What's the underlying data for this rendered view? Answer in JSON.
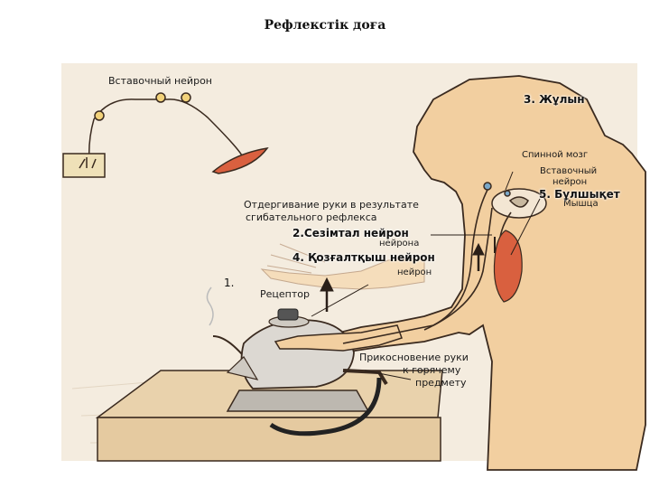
{
  "title": "Рефлекстік доға",
  "labels": {
    "label_1": "1.",
    "label_2": "2.Сезімтал нейрон",
    "label_3": "3. Жұлын",
    "label_4": "4. Қозғалтқыш нейрон",
    "label_5": "5. Бұлшықет"
  },
  "figure_text": {
    "interneuron_top": "Вставочный нейрон",
    "spinal_cord": "Спинной мозг",
    "interneuron_right": [
      "Вставочный",
      "нейрон"
    ],
    "muscle": "Мышца",
    "withdrawal": [
      "Отдергивание руки в результате",
      "сгибательного рефлекса"
    ],
    "neuron_tail_1": "нейрона",
    "neuron_tail_2": "нейрон",
    "receptor": "Рецептор",
    "touch": [
      "Прикосновение руки",
      "к горячему",
      "предмету"
    ]
  },
  "colors": {
    "background": "#ffffff",
    "figure_bg": "#f4ecdf",
    "skin": "#f2cfa0",
    "outline": "#3a2a1f",
    "muscle": "#d9603f",
    "arrow": "#2a1f18"
  }
}
